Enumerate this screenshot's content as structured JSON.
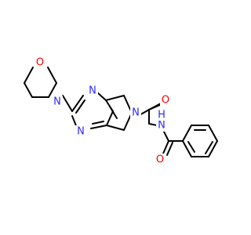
{
  "diagram": {
    "type": "chemical-structure",
    "atom_labels": {
      "morpholine_o": "O",
      "morpholine_n": "N",
      "pyrimidine_n_top": "N",
      "pyrimidine_n_bottom": "N",
      "pyrrolo_n": "N",
      "carbonyl_o_top": "O",
      "amide_n": "N",
      "amide_h": "H",
      "carbonyl_o_bottom": "O"
    },
    "colors": {
      "nitrogen": "#2a2aff",
      "oxygen": "#ff0000",
      "bond": "#000000"
    }
  }
}
